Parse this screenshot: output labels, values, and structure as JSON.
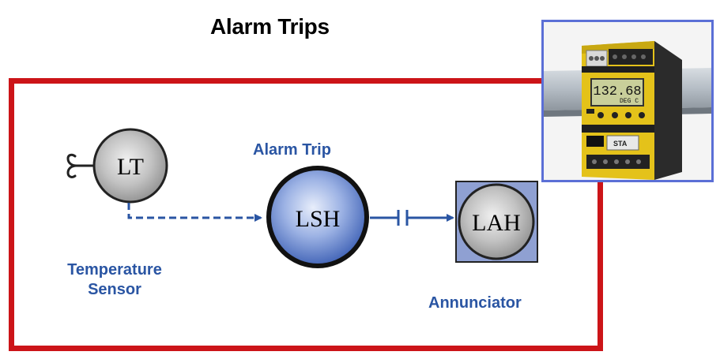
{
  "title": "Alarm Trips",
  "instruments": {
    "transmitter": {
      "tag": "LT"
    },
    "switch": {
      "tag": "LSH",
      "caption": "Alarm Trip"
    },
    "annunciator": {
      "tag": "LAH",
      "caption": "Annunciator"
    }
  },
  "sensor_caption_line1": "Temperature",
  "sensor_caption_line2": "Sensor",
  "device_photo": {
    "display_value": "132.68",
    "display_unit": "DEG C",
    "module_tag": "STA"
  },
  "colors": {
    "frame": "#cc1418",
    "label": "#2a55a3",
    "photo_border": "#5b6fd6",
    "signal_line": "#2a55a3"
  }
}
